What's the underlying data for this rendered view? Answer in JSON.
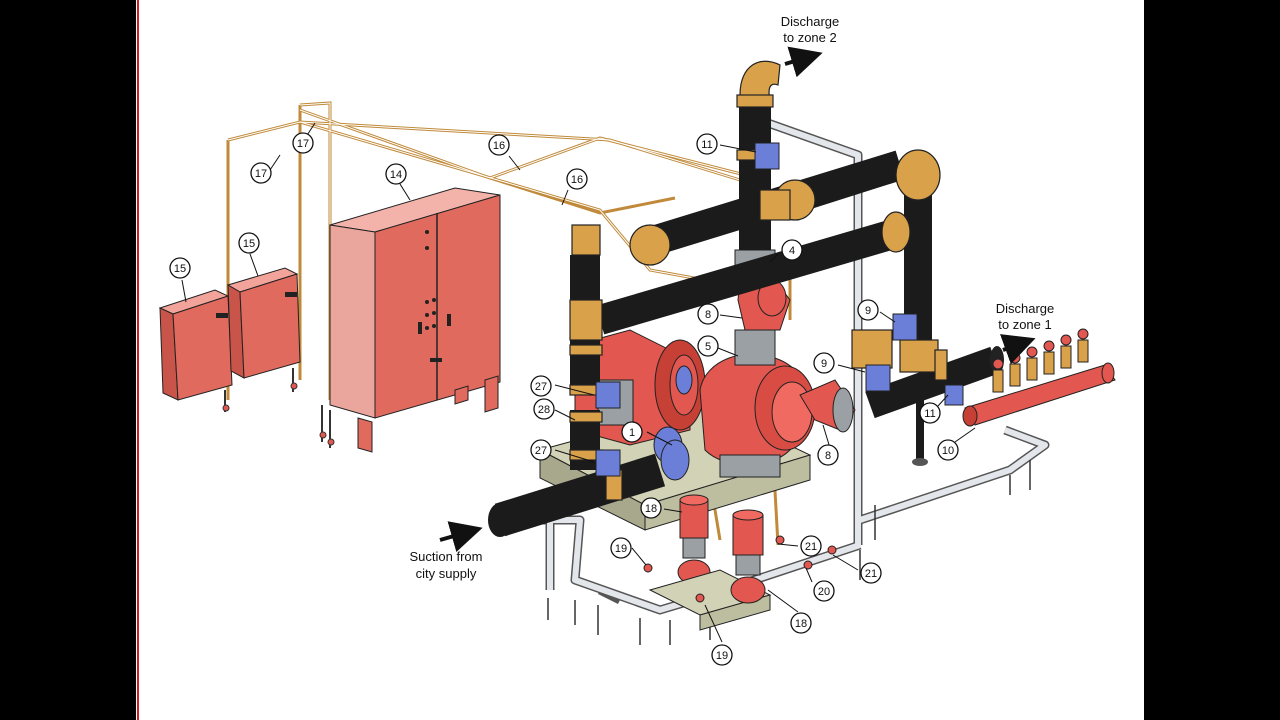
{
  "callouts": [
    "1",
    "4",
    "5",
    "8",
    "8",
    "9",
    "9",
    "10",
    "11",
    "11",
    "14",
    "15",
    "15",
    "16",
    "16",
    "17",
    "17",
    "18",
    "18",
    "19",
    "19",
    "20",
    "21",
    "21",
    "27",
    "27",
    "28"
  ],
  "captions": {
    "discharge_zone2": [
      "Discharge",
      "to zone 2"
    ],
    "discharge_zone1": [
      "Discharge",
      "to zone 1"
    ],
    "suction": [
      "Suction from",
      "city supply"
    ]
  },
  "colors": {
    "pipe_black": "#1b1b1b",
    "fitting_tan": "#d9a24a",
    "pump_red": "#e2574f",
    "panel_red": "#e06a5e",
    "base_green": "#b9b99a",
    "valve_blue": "#6b7fd8",
    "sense_line": "#c08a3a",
    "drain_pipe": "#d8dce0"
  }
}
